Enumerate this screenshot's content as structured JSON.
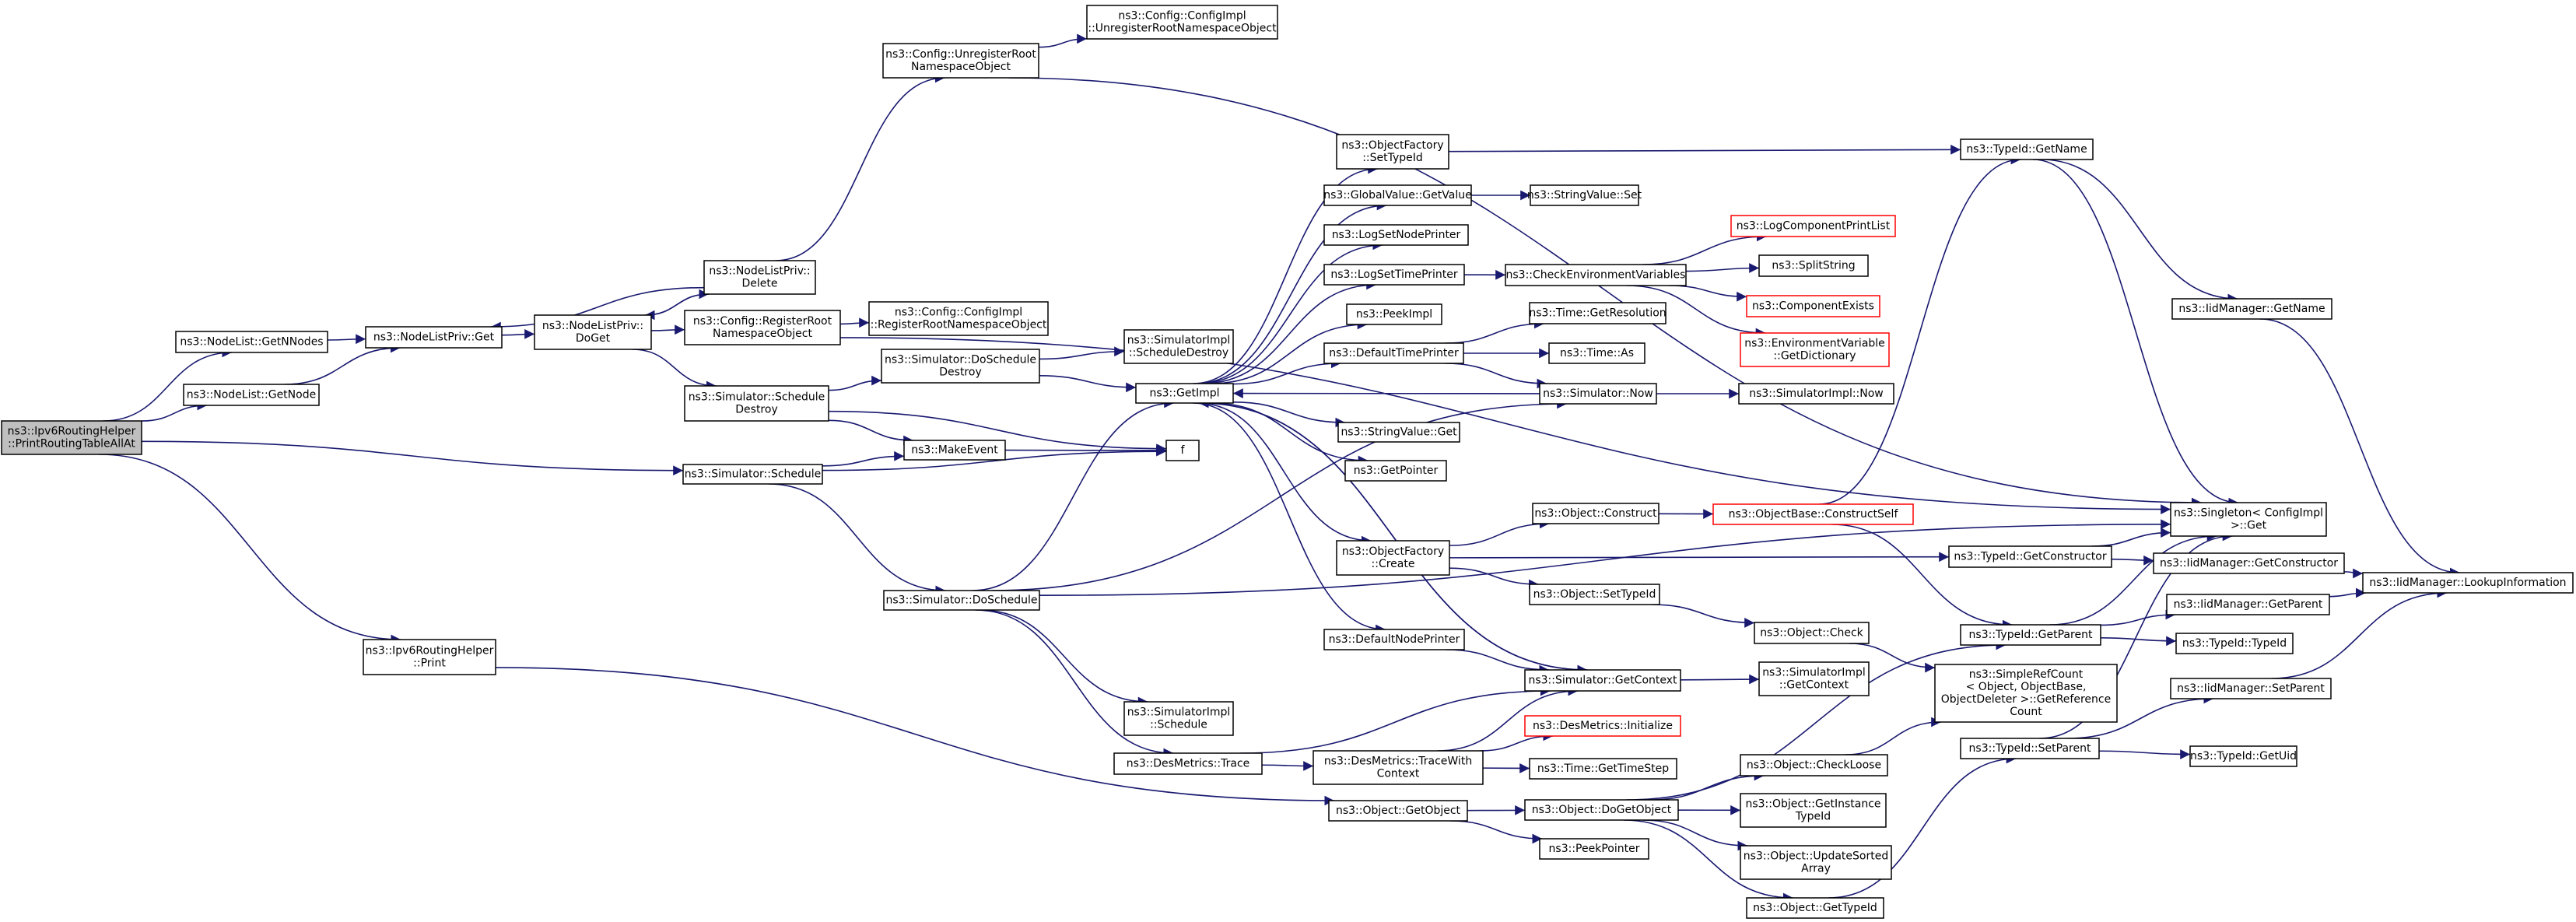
{
  "diagram": {
    "title": "",
    "edge_color": "#191970",
    "default_border_color": "#000000",
    "missing_doc_border_color": "#ff0000",
    "root_fill_color": "#bfbfbf",
    "nodes": [
      {
        "id": "root",
        "lines": [
          "ns3::Ipv6RoutingHelper",
          "::PrintRoutingTableAllAt"
        ],
        "style": "root"
      },
      {
        "id": "getNNodes",
        "lines": [
          "ns3::NodeList::GetNNodes"
        ]
      },
      {
        "id": "getNode",
        "lines": [
          "ns3::NodeList::GetNode"
        ]
      },
      {
        "id": "priv_get",
        "lines": [
          "ns3::NodeListPriv::Get"
        ]
      },
      {
        "id": "priv_doget",
        "lines": [
          "ns3::NodeListPriv::",
          "DoGet"
        ]
      },
      {
        "id": "priv_delete",
        "lines": [
          "ns3::NodeListPriv::",
          "Delete"
        ]
      },
      {
        "id": "cfg_unreg_root",
        "lines": [
          "ns3::Config::UnregisterRoot",
          "NamespaceObject"
        ]
      },
      {
        "id": "cfg_impl_unreg",
        "lines": [
          "ns3::Config::ConfigImpl",
          "::UnregisterRootNamespaceObject"
        ]
      },
      {
        "id": "cfg_reg_root",
        "lines": [
          "ns3::Config::RegisterRoot",
          "NamespaceObject"
        ]
      },
      {
        "id": "cfg_impl_reg",
        "lines": [
          "ns3::Config::ConfigImpl",
          "::RegisterRootNamespaceObject"
        ]
      },
      {
        "id": "sim_sched_destroy",
        "lines": [
          "ns3::Simulator::Schedule",
          "Destroy"
        ]
      },
      {
        "id": "sim_do_sched_destroy",
        "lines": [
          "ns3::Simulator::DoSchedule",
          "Destroy"
        ]
      },
      {
        "id": "simimpl_sched_destroy",
        "lines": [
          "ns3::SimulatorImpl",
          "::ScheduleDestroy"
        ]
      },
      {
        "id": "make_event",
        "lines": [
          "ns3::MakeEvent"
        ]
      },
      {
        "id": "f",
        "lines": [
          "f"
        ]
      },
      {
        "id": "sim_schedule",
        "lines": [
          "ns3::Simulator::Schedule"
        ]
      },
      {
        "id": "sim_doschedule",
        "lines": [
          "ns3::Simulator::DoSchedule"
        ]
      },
      {
        "id": "helper_print",
        "lines": [
          "ns3::Ipv6RoutingHelper",
          "::Print"
        ]
      },
      {
        "id": "getimpl",
        "lines": [
          "ns3::GetImpl"
        ]
      },
      {
        "id": "of_settypeid",
        "lines": [
          "ns3::ObjectFactory",
          "::SetTypeId"
        ]
      },
      {
        "id": "gv_getvalue",
        "lines": [
          "ns3::GlobalValue::GetValue"
        ]
      },
      {
        "id": "sv_set",
        "lines": [
          "ns3::StringValue::Set"
        ]
      },
      {
        "id": "log_set_node_printer",
        "lines": [
          "ns3::LogSetNodePrinter"
        ]
      },
      {
        "id": "log_set_time_printer",
        "lines": [
          "ns3::LogSetTimePrinter"
        ]
      },
      {
        "id": "peek_impl",
        "lines": [
          "ns3::PeekImpl"
        ]
      },
      {
        "id": "default_time_printer",
        "lines": [
          "ns3::DefaultTimePrinter"
        ]
      },
      {
        "id": "sv_get",
        "lines": [
          "ns3::StringValue::Get"
        ]
      },
      {
        "id": "get_pointer",
        "lines": [
          "ns3::GetPointer"
        ]
      },
      {
        "id": "of_create",
        "lines": [
          "ns3::ObjectFactory",
          "::Create"
        ]
      },
      {
        "id": "default_node_printer",
        "lines": [
          "ns3::DefaultNodePrinter"
        ]
      },
      {
        "id": "des_trace",
        "lines": [
          "ns3::DesMetrics::Trace"
        ]
      },
      {
        "id": "simimpl_schedule",
        "lines": [
          "ns3::SimulatorImpl",
          "::Schedule"
        ]
      },
      {
        "id": "obj_getobject",
        "lines": [
          "ns3::Object::GetObject"
        ]
      },
      {
        "id": "des_trace_ctx",
        "lines": [
          "ns3::DesMetrics::TraceWith",
          "Context"
        ]
      },
      {
        "id": "peek_pointer",
        "lines": [
          "ns3::PeekPointer"
        ]
      },
      {
        "id": "check_env",
        "lines": [
          "ns3::CheckEnvironmentVariables"
        ]
      },
      {
        "id": "time_getres",
        "lines": [
          "ns3::Time::GetResolution"
        ]
      },
      {
        "id": "time_as",
        "lines": [
          "ns3::Time::As"
        ]
      },
      {
        "id": "sim_now",
        "lines": [
          "ns3::Simulator::Now"
        ]
      },
      {
        "id": "obj_construct",
        "lines": [
          "ns3::Object::Construct"
        ]
      },
      {
        "id": "obj_settypeid",
        "lines": [
          "ns3::Object::SetTypeId"
        ]
      },
      {
        "id": "obj_check",
        "lines": [
          "ns3::Object::Check"
        ]
      },
      {
        "id": "sim_getcontext",
        "lines": [
          "ns3::Simulator::GetContext"
        ]
      },
      {
        "id": "des_init",
        "lines": [
          "ns3::DesMetrics::Initialize"
        ],
        "style": "red"
      },
      {
        "id": "time_getstep",
        "lines": [
          "ns3::Time::GetTimeStep"
        ]
      },
      {
        "id": "obj_dogetobject",
        "lines": [
          "ns3::Object::DoGetObject"
        ]
      },
      {
        "id": "log_comp_print",
        "lines": [
          "ns3::LogComponentPrintList"
        ],
        "style": "red"
      },
      {
        "id": "split_string",
        "lines": [
          "ns3::SplitString"
        ]
      },
      {
        "id": "comp_exists",
        "lines": [
          "ns3::ComponentExists"
        ],
        "style": "red"
      },
      {
        "id": "env_getdict",
        "lines": [
          "ns3::EnvironmentVariable",
          "::GetDictionary"
        ],
        "style": "red"
      },
      {
        "id": "simimpl_now",
        "lines": [
          "ns3::SimulatorImpl::Now"
        ]
      },
      {
        "id": "objbase_construct",
        "lines": [
          "ns3::ObjectBase::ConstructSelf"
        ],
        "style": "red"
      },
      {
        "id": "simimpl_getctx",
        "lines": [
          "ns3::SimulatorImpl",
          "::GetContext"
        ]
      },
      {
        "id": "simple_refcount",
        "lines": [
          "ns3::SimpleRefCount",
          "< Object, ObjectBase,",
          "ObjectDeleter >::GetReference",
          "Count"
        ]
      },
      {
        "id": "obj_checkloose",
        "lines": [
          "ns3::Object::CheckLoose"
        ]
      },
      {
        "id": "obj_getinstance",
        "lines": [
          "ns3::Object::GetInstance",
          "TypeId"
        ]
      },
      {
        "id": "obj_updatesorted",
        "lines": [
          "ns3::Object::UpdateSorted",
          "Array"
        ]
      },
      {
        "id": "obj_gettypeid",
        "lines": [
          "ns3::Object::GetTypeId"
        ]
      },
      {
        "id": "typeid_getname",
        "lines": [
          "ns3::TypeId::GetName"
        ]
      },
      {
        "id": "typeid_getctor",
        "lines": [
          "ns3::TypeId::GetConstructor"
        ]
      },
      {
        "id": "typeid_getparent",
        "lines": [
          "ns3::TypeId::GetParent"
        ]
      },
      {
        "id": "typeid_setparent",
        "lines": [
          "ns3::TypeId::SetParent"
        ]
      },
      {
        "id": "iid_getname",
        "lines": [
          "ns3::IidManager::GetName"
        ]
      },
      {
        "id": "singleton_get",
        "lines": [
          "ns3::Singleton< ConfigImpl",
          ">::Get"
        ]
      },
      {
        "id": "iid_getctor",
        "lines": [
          "ns3::IidManager::GetConstructor"
        ]
      },
      {
        "id": "iid_getparent",
        "lines": [
          "ns3::IidManager::GetParent"
        ]
      },
      {
        "id": "typeid_typeid",
        "lines": [
          "ns3::TypeId::TypeId"
        ]
      },
      {
        "id": "iid_setparent",
        "lines": [
          "ns3::IidManager::SetParent"
        ]
      },
      {
        "id": "typeid_getuid",
        "lines": [
          "ns3::TypeId::GetUid"
        ]
      },
      {
        "id": "iid_lookup",
        "lines": [
          "ns3::IidManager::LookupInformation"
        ]
      }
    ],
    "edges": [
      [
        "root",
        "getNNodes"
      ],
      [
        "root",
        "getNode"
      ],
      [
        "root",
        "sim_schedule"
      ],
      [
        "root",
        "helper_print"
      ],
      [
        "getNNodes",
        "priv_get"
      ],
      [
        "getNode",
        "priv_get"
      ],
      [
        "priv_get",
        "priv_doget"
      ],
      [
        "priv_doget",
        "priv_delete"
      ],
      [
        "priv_doget",
        "cfg_reg_root"
      ],
      [
        "priv_doget",
        "sim_sched_destroy"
      ],
      [
        "priv_delete",
        "priv_get"
      ],
      [
        "priv_delete",
        "priv_doget"
      ],
      [
        "priv_delete",
        "cfg_unreg_root"
      ],
      [
        "cfg_unreg_root",
        "cfg_impl_unreg"
      ],
      [
        "cfg_unreg_root",
        "singleton_get"
      ],
      [
        "cfg_reg_root",
        "cfg_impl_reg"
      ],
      [
        "cfg_reg_root",
        "singleton_get"
      ],
      [
        "sim_sched_destroy",
        "sim_do_sched_destroy"
      ],
      [
        "sim_sched_destroy",
        "make_event"
      ],
      [
        "sim_sched_destroy",
        "f"
      ],
      [
        "sim_do_sched_destroy",
        "simimpl_sched_destroy"
      ],
      [
        "sim_do_sched_destroy",
        "getimpl"
      ],
      [
        "make_event",
        "f"
      ],
      [
        "sim_schedule",
        "make_event"
      ],
      [
        "sim_schedule",
        "f"
      ],
      [
        "sim_schedule",
        "sim_doschedule"
      ],
      [
        "sim_doschedule",
        "getimpl"
      ],
      [
        "sim_doschedule",
        "sim_now"
      ],
      [
        "sim_doschedule",
        "simimpl_schedule"
      ],
      [
        "sim_doschedule",
        "des_trace"
      ],
      [
        "sim_doschedule",
        "singleton_get"
      ],
      [
        "helper_print",
        "obj_getobject"
      ],
      [
        "getimpl",
        "of_settypeid"
      ],
      [
        "getimpl",
        "gv_getvalue"
      ],
      [
        "getimpl",
        "log_set_node_printer"
      ],
      [
        "getimpl",
        "log_set_time_printer"
      ],
      [
        "getimpl",
        "peek_impl"
      ],
      [
        "getimpl",
        "default_time_printer"
      ],
      [
        "getimpl",
        "sv_get"
      ],
      [
        "getimpl",
        "get_pointer"
      ],
      [
        "getimpl",
        "of_create"
      ],
      [
        "getimpl",
        "default_node_printer"
      ],
      [
        "getimpl",
        "sim_getcontext"
      ],
      [
        "of_settypeid",
        "typeid_getname"
      ],
      [
        "gv_getvalue",
        "sv_set"
      ],
      [
        "log_set_time_printer",
        "check_env"
      ],
      [
        "default_time_printer",
        "time_getres"
      ],
      [
        "default_time_printer",
        "time_as"
      ],
      [
        "default_time_printer",
        "sim_now"
      ],
      [
        "of_create",
        "obj_construct"
      ],
      [
        "of_create",
        "typeid_getctor"
      ],
      [
        "of_create",
        "obj_settypeid"
      ],
      [
        "default_node_printer",
        "sim_getcontext"
      ],
      [
        "des_trace",
        "des_trace_ctx"
      ],
      [
        "des_trace",
        "sim_getcontext"
      ],
      [
        "obj_getobject",
        "obj_dogetobject"
      ],
      [
        "obj_getobject",
        "peek_pointer"
      ],
      [
        "des_trace_ctx",
        "sim_getcontext"
      ],
      [
        "des_trace_ctx",
        "des_init"
      ],
      [
        "des_trace_ctx",
        "time_getstep"
      ],
      [
        "check_env",
        "log_comp_print"
      ],
      [
        "check_env",
        "split_string"
      ],
      [
        "check_env",
        "comp_exists"
      ],
      [
        "check_env",
        "env_getdict"
      ],
      [
        "sim_now",
        "simimpl_now"
      ],
      [
        "sim_now",
        "getimpl"
      ],
      [
        "obj_construct",
        "objbase_construct"
      ],
      [
        "obj_settypeid",
        "obj_check"
      ],
      [
        "obj_check",
        "simple_refcount"
      ],
      [
        "sim_getcontext",
        "simimpl_getctx"
      ],
      [
        "sim_getcontext",
        "getimpl"
      ],
      [
        "obj_dogetobject",
        "typeid_getparent"
      ],
      [
        "obj_dogetobject",
        "obj_checkloose"
      ],
      [
        "obj_dogetobject",
        "obj_getinstance"
      ],
      [
        "obj_dogetobject",
        "obj_updatesorted"
      ],
      [
        "obj_dogetobject",
        "obj_gettypeid"
      ],
      [
        "objbase_construct",
        "typeid_getname"
      ],
      [
        "objbase_construct",
        "typeid_getparent"
      ],
      [
        "obj_checkloose",
        "simple_refcount"
      ],
      [
        "obj_gettypeid",
        "typeid_setparent"
      ],
      [
        "typeid_getname",
        "iid_getname"
      ],
      [
        "typeid_getname",
        "singleton_get"
      ],
      [
        "typeid_getctor",
        "singleton_get"
      ],
      [
        "typeid_getctor",
        "iid_getctor"
      ],
      [
        "typeid_getparent",
        "singleton_get"
      ],
      [
        "typeid_getparent",
        "iid_getparent"
      ],
      [
        "typeid_getparent",
        "typeid_typeid"
      ],
      [
        "typeid_setparent",
        "singleton_get"
      ],
      [
        "typeid_setparent",
        "iid_setparent"
      ],
      [
        "typeid_setparent",
        "typeid_getuid"
      ],
      [
        "iid_getname",
        "iid_lookup"
      ],
      [
        "iid_getctor",
        "iid_lookup"
      ],
      [
        "iid_getparent",
        "iid_lookup"
      ],
      [
        "iid_setparent",
        "iid_lookup"
      ]
    ]
  }
}
